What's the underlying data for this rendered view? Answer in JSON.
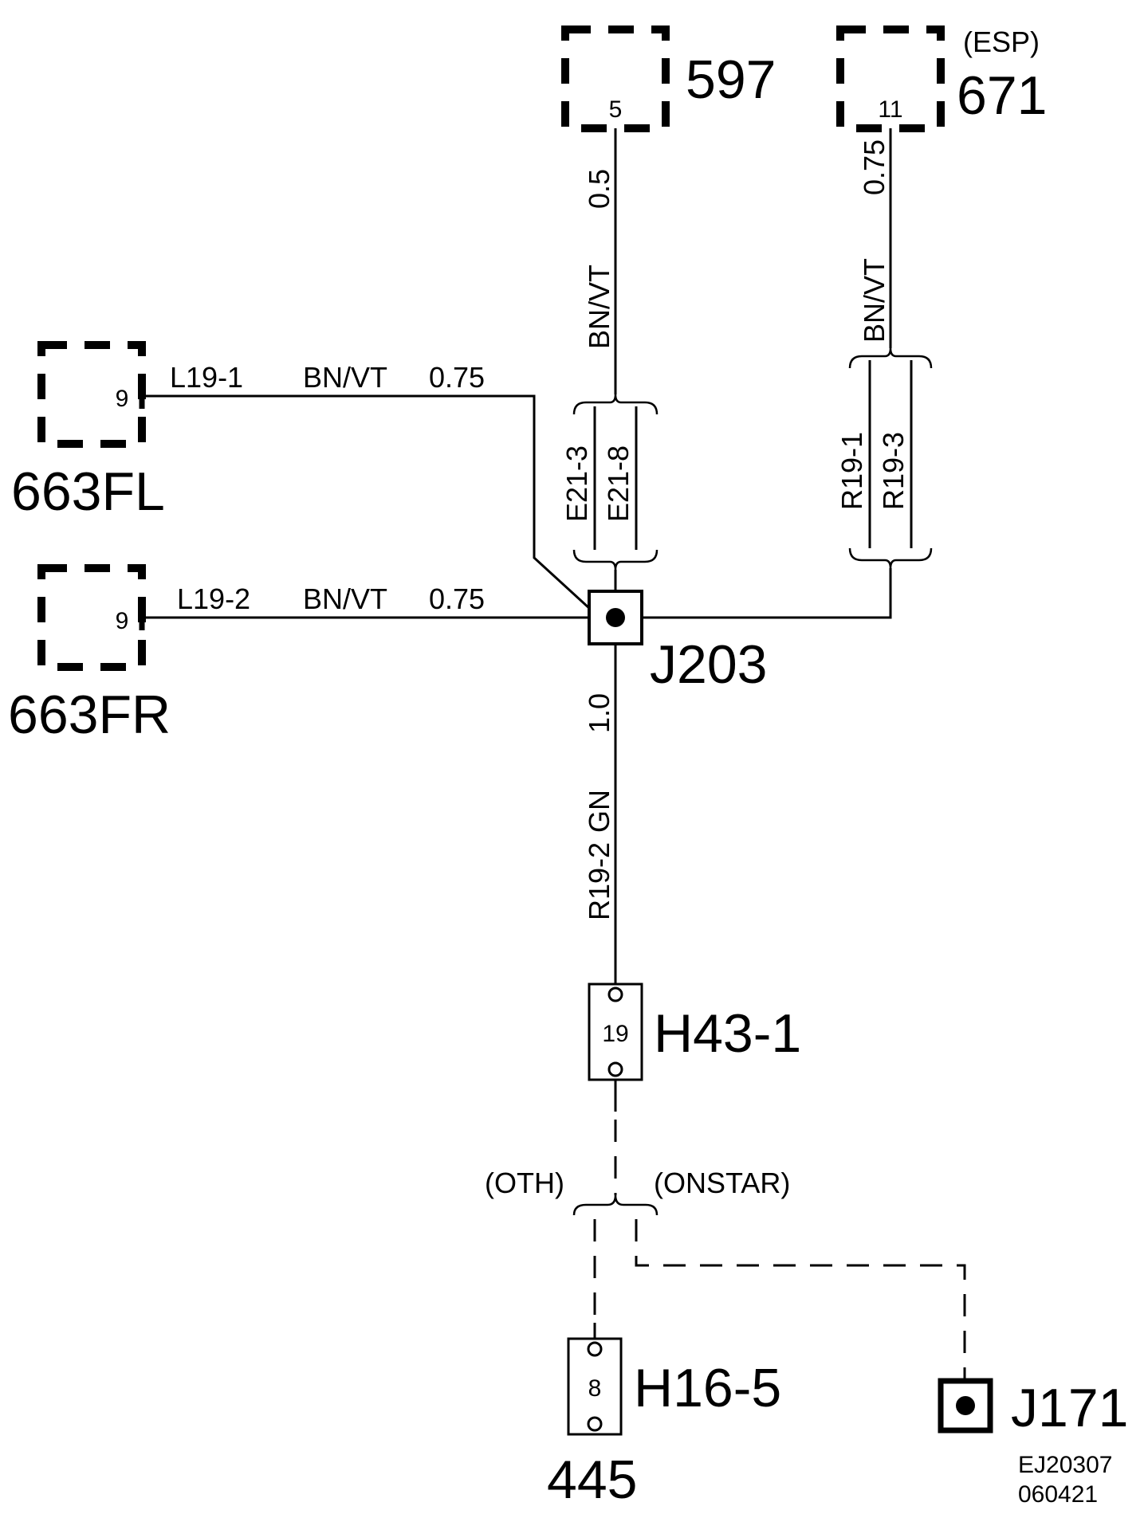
{
  "components": {
    "c597": {
      "label": "597",
      "pin": "5"
    },
    "c671": {
      "label": "671",
      "pin": "11",
      "note": "(ESP)"
    },
    "c663fl": {
      "label": "663FL",
      "pin": "9"
    },
    "c663fr": {
      "label": "663FR",
      "pin": "9"
    },
    "j203": {
      "label": "J203"
    },
    "h43": {
      "label": "H43-1",
      "pin": "19"
    },
    "h16": {
      "label": "H16-5",
      "pin": "8"
    },
    "c445": {
      "label": "445"
    },
    "j171": {
      "label": "J171"
    }
  },
  "wires": {
    "w597": {
      "color": "BN/VT",
      "gauge": "0.5"
    },
    "w671": {
      "color": "BN/VT",
      "gauge": "0.75"
    },
    "wfl": {
      "circuit": "L19-1",
      "color": "BN/VT",
      "gauge": "0.75"
    },
    "wfr": {
      "circuit": "L19-2",
      "color": "BN/VT",
      "gauge": "0.75"
    },
    "wmain": {
      "circuit": "R19-2",
      "color": "GN",
      "gauge": "1.0"
    }
  },
  "variants": {
    "e21_a": "E21-3",
    "e21_b": "E21-8",
    "r19_a": "R19-1",
    "r19_b": "R19-3",
    "oth": "(OTH)",
    "onstar": "(ONSTAR)"
  },
  "footer": {
    "code1": "EJ20307",
    "code2": "060421"
  }
}
